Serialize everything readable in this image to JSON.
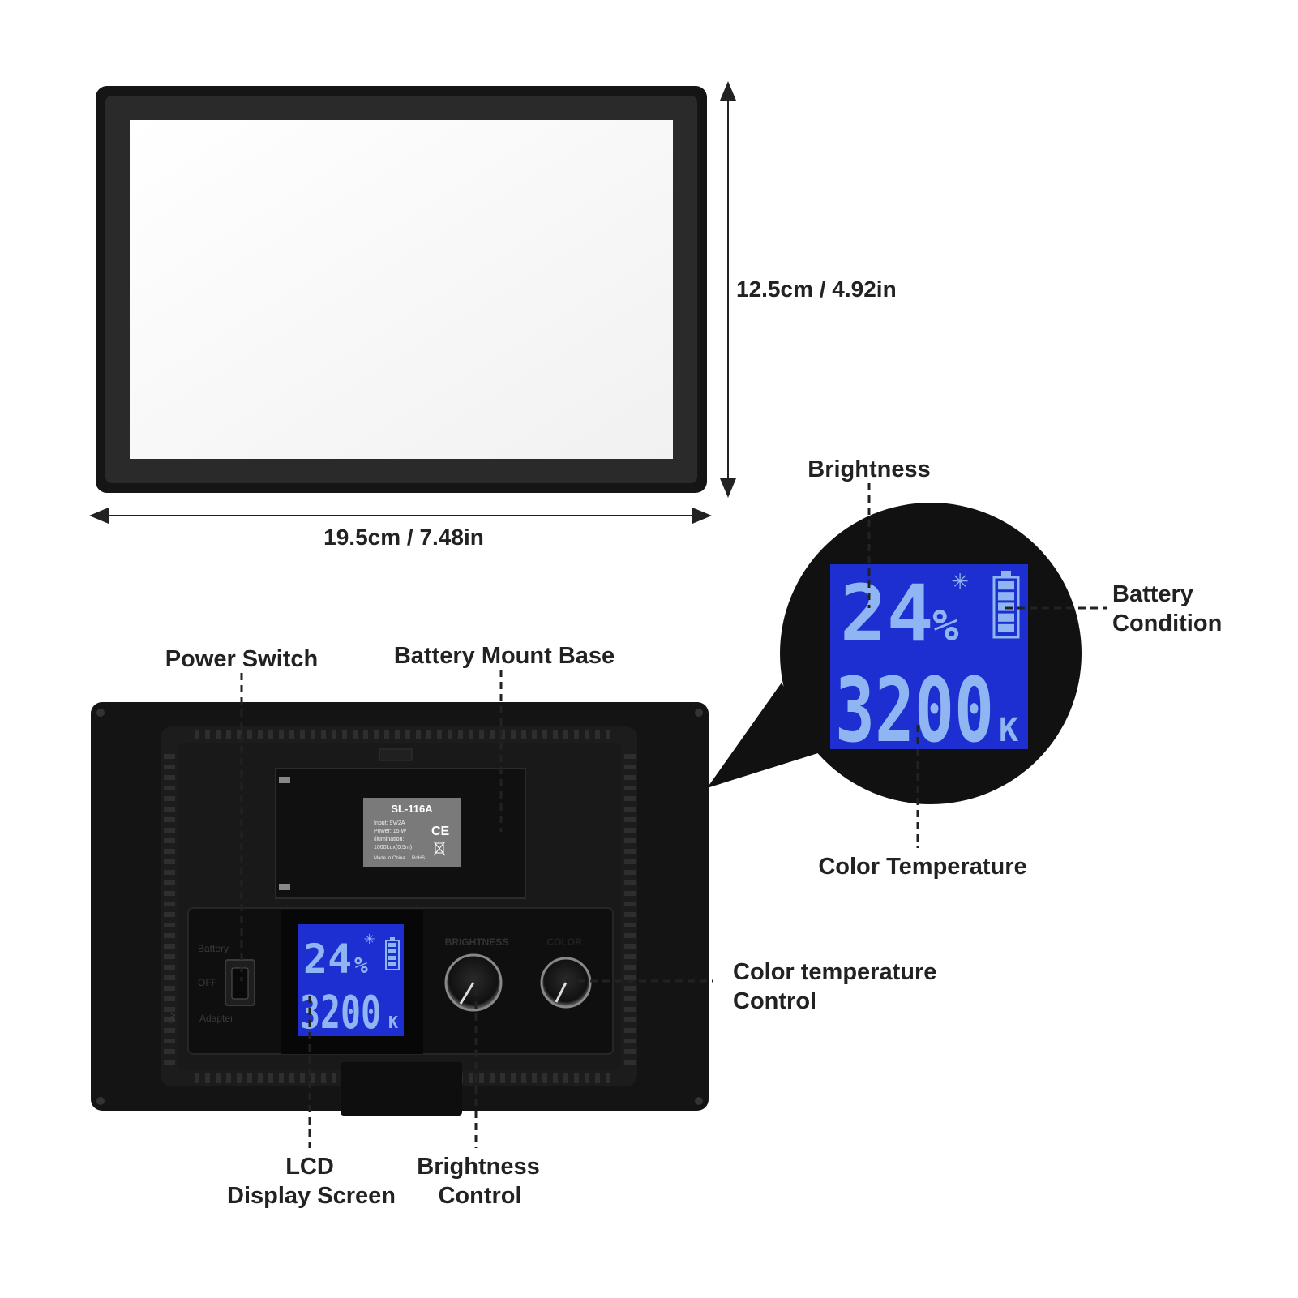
{
  "dimensions": {
    "height": "12.5cm / 4.92in",
    "width": "19.5cm / 7.48in"
  },
  "callouts": {
    "power_switch": "Power Switch",
    "battery_mount": "Battery Mount Base",
    "lcd_line1": "LCD",
    "lcd_line2": "Display Screen",
    "brightness_ctrl_line1": "Brightness",
    "brightness_ctrl_line2": "Control",
    "color_temp_ctrl_line1": "Color temperature",
    "color_temp_ctrl_line2": "Control",
    "brightness": "Brightness",
    "battery_line1": "Battery",
    "battery_line2": "Condition",
    "color_temperature": "Color Temperature"
  },
  "lcd": {
    "brightness_value": "24",
    "percent_sign": "%",
    "temperature_value": "3200",
    "kelvin": "K",
    "battery_level_fraction": 1.0
  },
  "panel_labels": {
    "switch_battery": "Battery",
    "switch_off": "OFF",
    "switch_adapter": "Adapter",
    "dc_in": "9V",
    "knob_brightness": "BRIGHTNESS",
    "knob_color": "COLOR"
  },
  "plate": {
    "model": "SL-116A",
    "input": "Input: 9V/2A",
    "power": "Power: 15 W",
    "illumination_label": "Illumination:",
    "illumination_value": "1000Lux(0.5m)",
    "made_in": "Made in China",
    "rohs": "RoHS",
    "ce": "CE"
  },
  "colors": {
    "body": "#1a1a1a",
    "lcd_bg": "#1d2fd0",
    "lcd_digits": "#8fb6f2",
    "label_text": "#222222"
  }
}
